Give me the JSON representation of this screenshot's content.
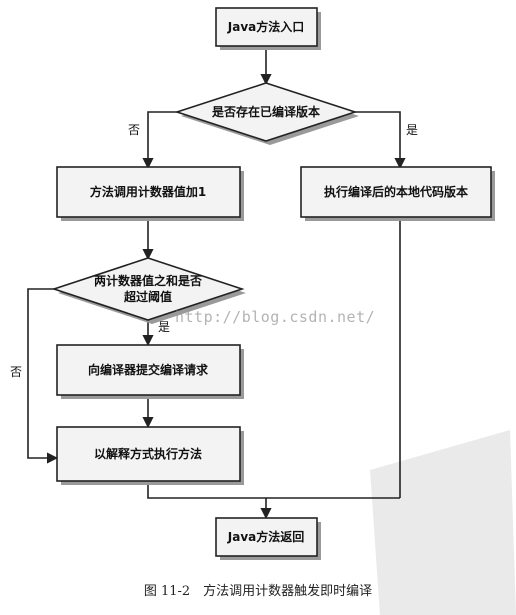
{
  "diagram": {
    "nodes": {
      "entry": "Java方法入口",
      "check_compiled": "是否存在已编译版本",
      "increment_counter": "方法调用计数器值加1",
      "exec_native": "执行编译后的本地代码版本",
      "threshold_line1": "两计数器值之和是否",
      "threshold_line2": "超过阈值",
      "submit_compile": "向编译器提交编译请求",
      "interpret": "以解释方式执行方法",
      "return": "Java方法返回"
    },
    "edge_labels": {
      "no_left": "否",
      "yes_right": "是",
      "yes_threshold": "是",
      "no_threshold": "否"
    }
  },
  "caption": "图 11-2　方法调用计数器触发即时编译",
  "watermark": "http://blog.csdn.net/",
  "colors": {
    "box_fill": "#f3f3f3",
    "stroke": "#222222",
    "shadow": "#9a9a9a"
  }
}
